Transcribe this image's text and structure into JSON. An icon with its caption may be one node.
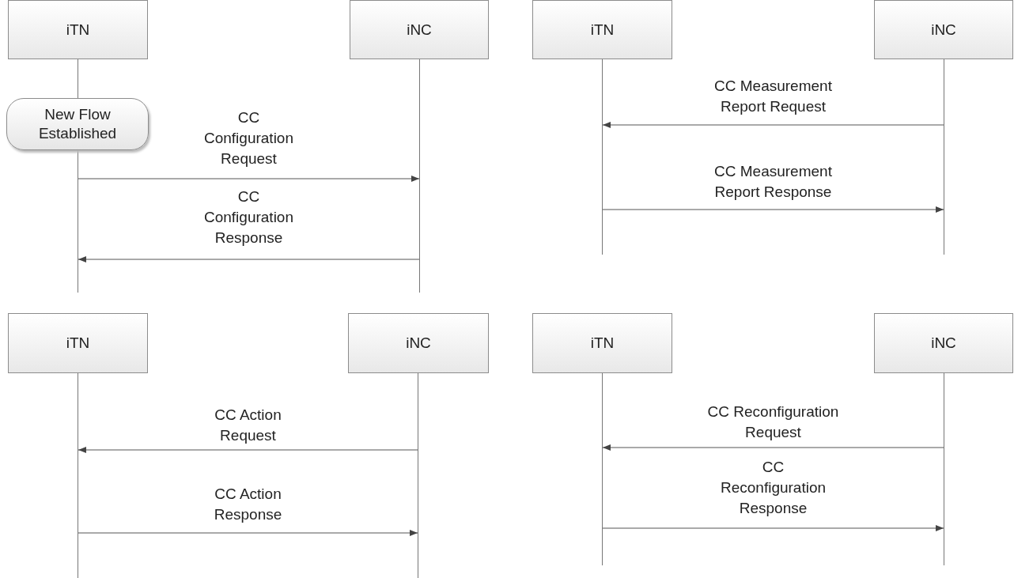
{
  "diagram": {
    "nodes": [
      {
        "text": [
          "iTN"
        ]
      },
      {
        "text": [
          "iNC"
        ]
      },
      {
        "text": [],
        "shape": "line"
      },
      {
        "text": [],
        "shape": "line"
      },
      {
        "text": [
          "New Flow Established"
        ]
      },
      {
        "text": [
          "iTN"
        ]
      },
      {
        "text": [
          "iNC"
        ]
      },
      {
        "text": [],
        "shape": "line"
      },
      {
        "text": [],
        "shape": "line"
      },
      {
        "text": [
          "iTN"
        ]
      },
      {
        "text": [
          "iNC"
        ]
      },
      {
        "text": [],
        "shape": "line"
      },
      {
        "text": [],
        "shape": "line"
      },
      {
        "text": [
          "iTN"
        ]
      },
      {
        "text": [
          "iNC"
        ]
      },
      {
        "text": [],
        "shape": "line"
      },
      {
        "text": [],
        "shape": "line"
      }
    ],
    "edges": [
      {
        "from": 2,
        "to": 3,
        "arrow": "to",
        "label": "CC Configuration Request"
      },
      {
        "from": 3,
        "to": 2,
        "arrow": "to",
        "label": "CC Configuration Response"
      },
      {
        "from": 8,
        "to": 7,
        "arrow": "to",
        "label": "CC Measurement Report Request"
      },
      {
        "from": 7,
        "to": 8,
        "arrow": "to",
        "label": "CC Measurement Report Response"
      },
      {
        "from": 12,
        "to": 11,
        "arrow": "to",
        "label": "CC Action Request"
      },
      {
        "from": 11,
        "to": 12,
        "arrow": "to",
        "label": "CC Action Response"
      },
      {
        "from": 16,
        "to": 15,
        "arrow": "to",
        "label": "CC Reconfiguration Request"
      },
      {
        "from": 15,
        "to": 16,
        "arrow": "to",
        "label": "CC Reconfiguration Response"
      }
    ]
  }
}
